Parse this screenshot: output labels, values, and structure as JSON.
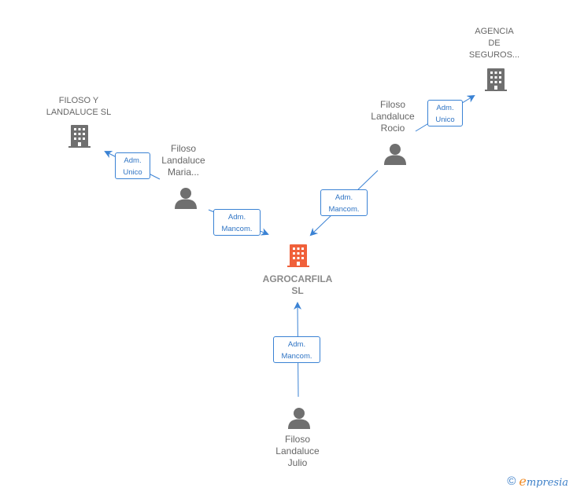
{
  "colors": {
    "edge": "#3a82d4",
    "building": "#6f6f6f",
    "main_building": "#f0603a",
    "person": "#6f6f6f"
  },
  "nodes": {
    "agrocarfila": {
      "line1": "AGROCARFILA",
      "line2": "SL",
      "icon": "building-icon"
    },
    "filoso_y_landaluce": {
      "line1": "FILOSO Y",
      "line2": "LANDALUCE SL",
      "icon": "building-icon"
    },
    "agencia_seguros": {
      "line1": "AGENCIA",
      "line2": "DE",
      "line3": "SEGUROS...",
      "icon": "building-icon"
    },
    "maria": {
      "line1": "Filoso",
      "line2": "Landaluce",
      "line3": "Maria...",
      "icon": "person-icon"
    },
    "rocio": {
      "line1": "Filoso",
      "line2": "Landaluce",
      "line3": "Rocio",
      "icon": "person-icon"
    },
    "julio": {
      "line1": "Filoso",
      "line2": "Landaluce",
      "line3": "Julio",
      "icon": "person-icon"
    }
  },
  "edges": {
    "maria_to_filoso": {
      "line1": "Adm.",
      "line2": "Unico"
    },
    "maria_to_agrocarfila": {
      "line1": "Adm.",
      "line2": "Mancom."
    },
    "rocio_to_agencia": {
      "line1": "Adm.",
      "line2": "Unico"
    },
    "rocio_to_agrocarfila": {
      "line1": "Adm.",
      "line2": "Mancom."
    },
    "julio_to_agrocarfila": {
      "line1": "Adm.",
      "line2": "Mancom."
    }
  },
  "brand": {
    "copyright": "©",
    "first_letter": "e",
    "rest": "mpresia"
  }
}
